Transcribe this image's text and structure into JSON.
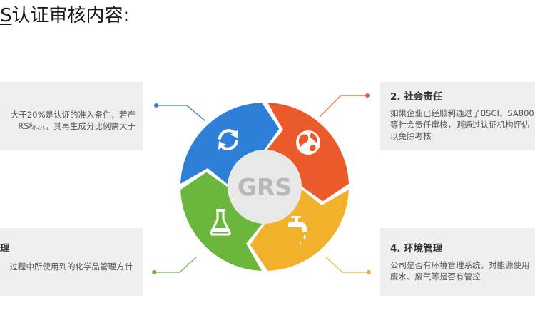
{
  "heading": {
    "prefix": "S",
    "main": "认证审核内容:"
  },
  "center_label": "GRS",
  "cards": {
    "card1": {
      "lines": [
        "大于20%是认证的准入条件；若产",
        "RS标示，其再生成分比例需大于"
      ]
    },
    "card2": {
      "title": "2. 社会责任",
      "lines": [
        "如果企业已经顺利通过了BSCI、SA800",
        "等社会责任审核，则通过认证机构评估",
        "以免除考核"
      ]
    },
    "card3": {
      "title": "理",
      "lines": [
        "过程中所使用到的化学品管理方针"
      ]
    },
    "card4": {
      "title": "4. 环境管理",
      "lines": [
        "公司是否有环境管理系统，对能源使用",
        "废水、废气等是否有管控"
      ]
    }
  },
  "colors": {
    "blue": "#2d7fd8",
    "red": "#ea5a2a",
    "yellow": "#f2b12b",
    "green": "#6bb63c",
    "center": "#e8e8e8",
    "center_text": "#b9b9b9"
  },
  "icons": {
    "blue": "recycle-arrows-icon",
    "red": "globe-icon",
    "yellow": "faucet-icon",
    "green": "flask-icon"
  }
}
